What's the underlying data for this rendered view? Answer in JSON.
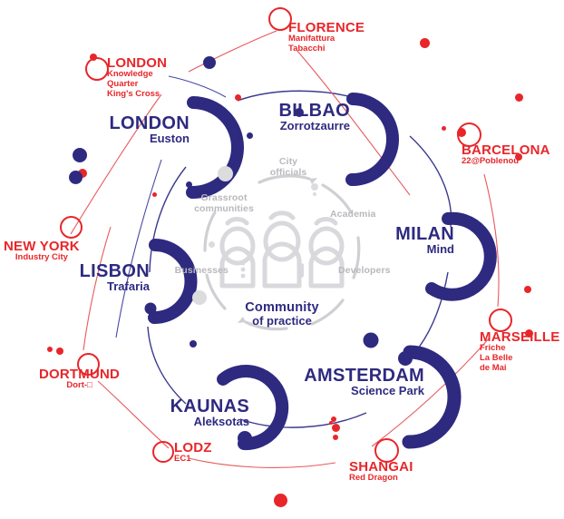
{
  "meta": {
    "title": "Community of practice network map",
    "colors": {
      "navy": "#2e2a80",
      "red": "#e8262a",
      "grey": "#b9b9bd",
      "light_grey": "#dcdcdf",
      "background": "#ffffff"
    }
  },
  "center": {
    "headline_line1": "Community",
    "headline_line2": "of practice",
    "stakeholders": [
      {
        "id": "city-officials",
        "label": "City\nofficials"
      },
      {
        "id": "academia",
        "label": "Academia"
      },
      {
        "id": "developers",
        "label": "Developers"
      },
      {
        "id": "businesses",
        "label": "Businesses"
      },
      {
        "id": "grassroot-communities",
        "label": "Grassroot\ncommunities"
      }
    ],
    "stakeholder_labels": {
      "city_officials_1": "City",
      "city_officials_2": "officials",
      "academia": "Academia",
      "developers": "Developers",
      "businesses": "Businesses",
      "grassroot_1": "Grassroot",
      "grassroot_2": "communities"
    }
  },
  "hub_cities": [
    {
      "id": "london-euston",
      "name": "LONDON",
      "sub": "Euston"
    },
    {
      "id": "bilbao",
      "name": "BILBAO",
      "sub": "Zorrotzaurre"
    },
    {
      "id": "milan",
      "name": "MILAN",
      "sub": "Mind"
    },
    {
      "id": "amsterdam",
      "name": "AMSTERDAM",
      "sub": "Science Park"
    },
    {
      "id": "kaunas",
      "name": "KAUNAS",
      "sub": "Aleksotas"
    },
    {
      "id": "lisbon",
      "name": "LISBON",
      "sub": "Trafaria"
    }
  ],
  "satellite_cities": [
    {
      "id": "london-kq",
      "name": "LONDON",
      "sub_lines": [
        "Knowledge",
        "Quarter",
        "King's Cross"
      ]
    },
    {
      "id": "florence",
      "name": "FLORENCE",
      "sub_lines": [
        "Manifattura",
        "Tabacchi"
      ]
    },
    {
      "id": "barcelona",
      "name": "BARCELONA",
      "sub_lines": [
        "22@Poblenou"
      ]
    },
    {
      "id": "marseille",
      "name": "MARSEILLE",
      "sub_lines": [
        "Friche",
        "La Belle",
        "de Mai"
      ]
    },
    {
      "id": "shangai",
      "name": "SHANGAI",
      "sub_lines": [
        "Red Dragon"
      ]
    },
    {
      "id": "lodz",
      "name": "LODZ",
      "sub_lines": [
        "EC1"
      ]
    },
    {
      "id": "dortmund",
      "name": "DORTMUND",
      "sub_lines": [
        "Dort-□"
      ]
    },
    {
      "id": "new-york",
      "name": "NEW YORK",
      "sub_lines": [
        "Industry City"
      ]
    }
  ],
  "labels": {
    "london_kq": {
      "name": "LONDON",
      "l1": "Knowledge",
      "l2": "Quarter",
      "l3": "King's Cross"
    },
    "florence": {
      "name": "FLORENCE",
      "l1": "Manifattura",
      "l2": "Tabacchi"
    },
    "barcelona": {
      "name": "BARCELONA",
      "l1": "22@Poblenou"
    },
    "marseille": {
      "name": "MARSEILLE",
      "l1": "Friche",
      "l2": "La Belle",
      "l3": "de Mai"
    },
    "shangai": {
      "name": "SHANGAI",
      "l1": "Red Dragon"
    },
    "lodz": {
      "name": "LODZ",
      "l1": "EC1"
    },
    "dortmund": {
      "name": "DORTMUND",
      "l1": "Dort-□"
    },
    "new_york": {
      "name": "NEW YORK",
      "l1": "Industry City"
    },
    "london_eu": {
      "name": "LONDON",
      "l1": "Euston"
    },
    "bilbao": {
      "name": "BILBAO",
      "l1": "Zorrotzaurre"
    },
    "milan": {
      "name": "MILAN",
      "l1": "Mind"
    },
    "amsterdam": {
      "name": "AMSTERDAM",
      "l1": "Science Park"
    },
    "kaunas": {
      "name": "KAUNAS",
      "l1": "Aleksotas"
    },
    "lisbon": {
      "name": "LISBON",
      "l1": "Trafaria"
    }
  }
}
